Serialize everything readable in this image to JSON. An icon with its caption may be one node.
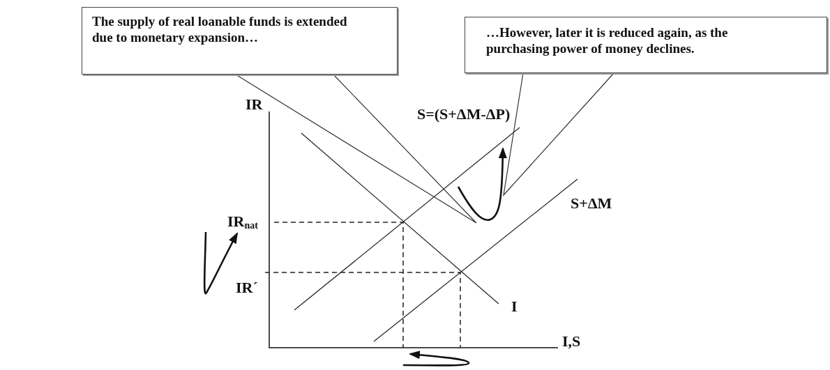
{
  "diagram": {
    "nodes": [
      {
        "text": [
          "The supply of real loanable funds is extended due to monetary expansion…"
        ]
      },
      {
        "text": [
          "…However, later it is reduced again, as the purchasing power of money declines."
        ]
      }
    ],
    "edges": [
      {
        "from": 0,
        "to": null,
        "arrow": "none"
      },
      {
        "from": 1,
        "to": null,
        "arrow": "none"
      }
    ],
    "labels": [
      "IR",
      "S=(S+ΔM-ΔP)",
      "S+ΔM",
      "IR$_{nat}$",
      "IR´",
      "I",
      "I,S"
    ]
  }
}
